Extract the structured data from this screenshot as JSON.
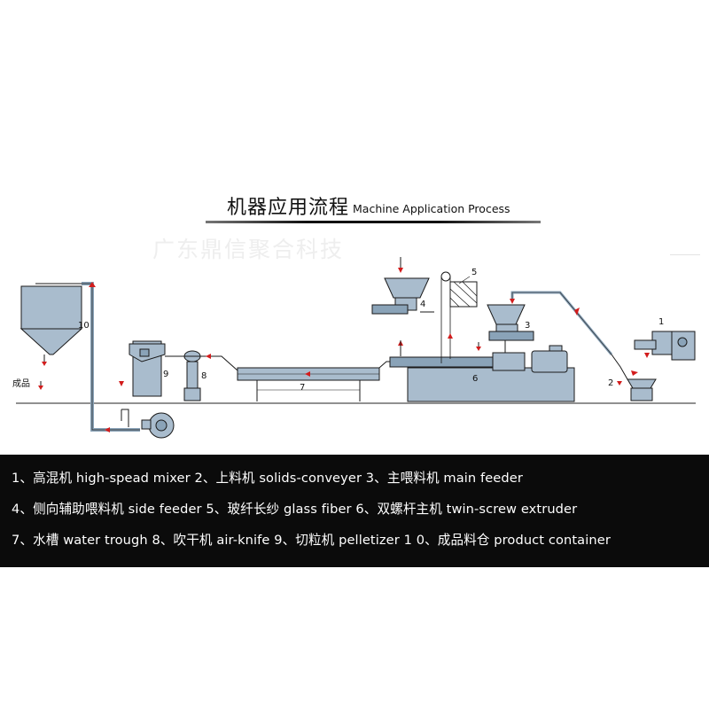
{
  "title": {
    "cn": "机器应用流程",
    "en": "Machine Application Process"
  },
  "watermark": "广东鼎信聚合科技",
  "diagram": {
    "label_finished": "成品",
    "numbers": [
      "1",
      "2",
      "3",
      "4",
      "5",
      "6",
      "7",
      "8",
      "9",
      "10"
    ]
  },
  "legend": {
    "lines": [
      "1、高混机 high-spead mixer  2、上料机 solids-conveyer  3、主喂料机  main feeder",
      "4、侧向辅助喂料机 side feeder  5、玻纤长纱  glass fiber  6、双螺杆主机 twin-screw extruder",
      "7、水槽 water trough  8、吹干机 air-knife  9、切粒机 pelletizer  1 0、成品料仓 product container"
    ]
  },
  "colors": {
    "equipment": "#a9bccd",
    "outline": "#1a1a1a",
    "arrow": "#d21c1c",
    "band": "#0b0b0b"
  }
}
